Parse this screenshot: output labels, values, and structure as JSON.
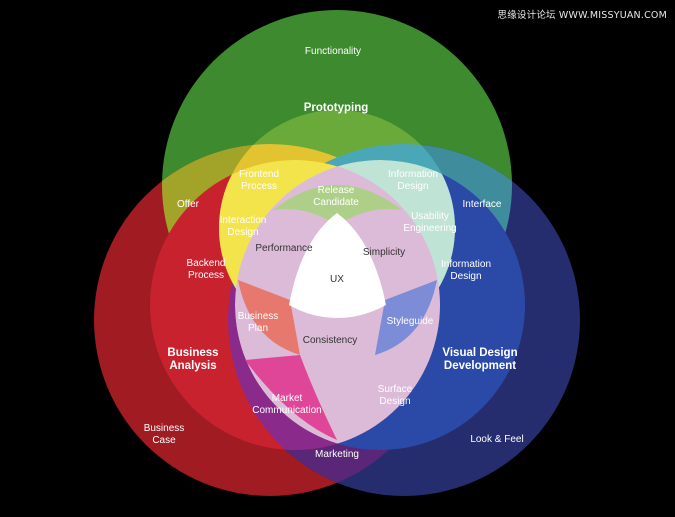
{
  "watermark": "思缘设计论坛 WWW.MISSYUAN.COM",
  "colors": {
    "background": "#000000",
    "green": "#6aaa3a",
    "red": "#c8222e",
    "blue": "#2a3585",
    "center": "#ffffff"
  },
  "labels": {
    "functionality": "Functionality",
    "prototyping": "Prototyping",
    "frontend_process": [
      "Frontend",
      "Process"
    ],
    "release_candidate": [
      "Release",
      "Candidate"
    ],
    "information_design_top": [
      "Information",
      "Design"
    ],
    "offer": "Offer",
    "interface": "Interface",
    "interaction_design": [
      "Interaction",
      "Design"
    ],
    "usability_engineering": [
      "Usability",
      "Engineering"
    ],
    "performance": "Performance",
    "simplicity": "Simplicity",
    "backend_process": [
      "Backend",
      "Process"
    ],
    "information_design_right": [
      "Information",
      "Design"
    ],
    "ux": "UX",
    "business_plan": [
      "Business",
      "Plan"
    ],
    "styleguide": "Styleguide",
    "consistency": "Consistency",
    "business_analysis": [
      "Business",
      "Analysis"
    ],
    "visual_design_development": [
      "Visual Design",
      "Development"
    ],
    "market_communication": [
      "Market",
      "Communication"
    ],
    "surface_design": [
      "Surface",
      "Design"
    ],
    "business_case": [
      "Business",
      "Case"
    ],
    "look_feel": "Look & Feel",
    "marketing": "Marketing"
  }
}
